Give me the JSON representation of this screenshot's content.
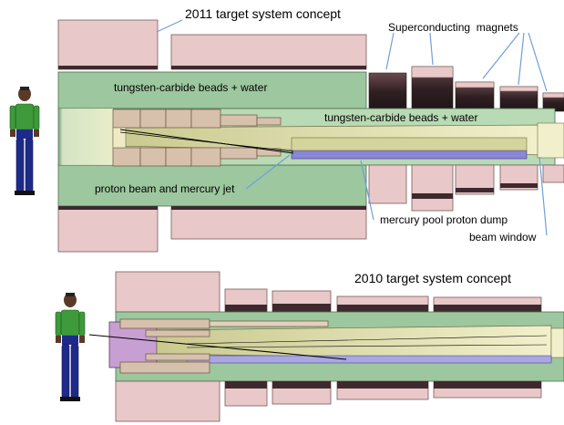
{
  "labels": {
    "title_2011": "2011 target system concept",
    "magnets": "Superconducting  magnets",
    "beads_left": "tungsten-carbide beads + water",
    "beads_right": "tungsten-carbide beads + water",
    "proton_jet": "proton beam and mercury jet",
    "mercury_pool": "mercury pool proton dump",
    "beam_window": "beam window",
    "title_2010": "2010 target system concept"
  },
  "colors": {
    "magnet_pink": "#e8c8c8",
    "magnet_dark": "#3e2a2e",
    "shield_green": "#9dc79e",
    "inner_green": "#b8dab4",
    "beam_pipe_yellow": "#e8e6b4",
    "mercury_blue": "#8a86d8",
    "plug_tan": "#d8c1ac",
    "purple": "#c79fd2",
    "annotation_line": "#6f9fd8"
  },
  "icons": {
    "human_figure": "human-figure-icon"
  }
}
